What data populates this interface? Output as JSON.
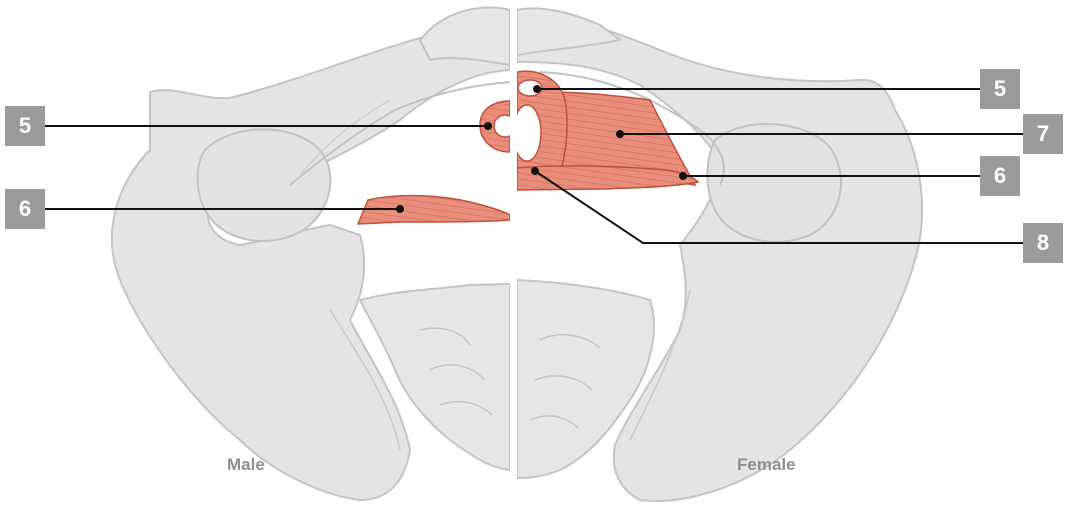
{
  "captions": {
    "left": "Male",
    "right": "Female"
  },
  "labels": {
    "male_5": "5",
    "male_6": "6",
    "female_5": "5",
    "female_7": "7",
    "female_6": "6",
    "female_8": "8"
  },
  "colors": {
    "bone_fill": "#e4e4e4",
    "bone_stroke": "#c4c4c4",
    "muscle_fill": "#e98e7a",
    "muscle_stroke": "#c0503f",
    "label_bg": "#9a9b9c",
    "leader_line": "#111111"
  }
}
